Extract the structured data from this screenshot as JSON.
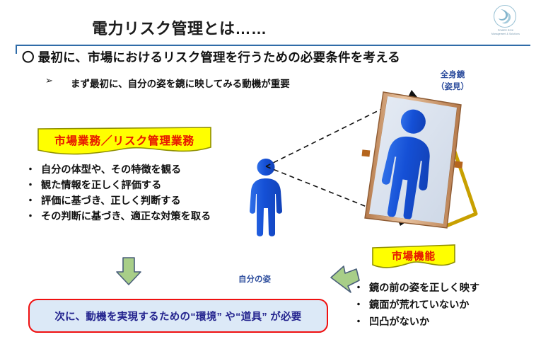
{
  "slide": {
    "title": "電力リスク管理とは……",
    "logo": {
      "icon": "company-logo-swirl",
      "caption_line1": "POWER RISK",
      "caption_line2": "Management & Solutions"
    },
    "lead_heading": "〇 最初に、市場におけるリスク管理を行うための必要条件を考える",
    "sub_bullet_marker": "➢",
    "sub_bullet": "まず最初に、自分の姿を鏡に映してみる動機が重要"
  },
  "left_panel": {
    "banner_label": "市場業務／リスク管理業務",
    "bullet_marker": "・",
    "bullets": [
      "自分の体型や、その特徴を観る",
      "観た情報を正しく評価する",
      "評価に基づき、正しく判断する",
      "その判断に基づき、適正な対策を取る"
    ]
  },
  "right_panel": {
    "banner_label": "市場機能",
    "bullet_marker": "・",
    "bullets": [
      "鏡の前の姿を正しく映す",
      "鏡面が荒れていないか",
      "凹凸がないか"
    ]
  },
  "diagram": {
    "self_figure_caption": "自分の姿",
    "mirror_caption_line1": "全身鏡",
    "mirror_caption_line2": "（姿見）",
    "self_figure_icon": "person-figure-icon",
    "mirror_icon": "full-length-mirror-icon",
    "mirror_reflection_icon": "person-figure-reflection-icon",
    "sightline_icon": "dashed-sight-line",
    "arrow_down_icon": "green-down-arrow",
    "arrow_upleft_icon": "green-upleft-arrow"
  },
  "bottom_box": {
    "text": "次に、動機を実現するための“環境” や“道具” が必要"
  },
  "colors": {
    "accent_blue": "#2f6ca8",
    "banner_yellow": "#ffff00",
    "banner_outline": "#8f8f00",
    "banner_text_red": "#e81c00",
    "person_blue": "#1a5fdc",
    "mirror_frame": "#c58a5a",
    "mirror_glass": "#d3dcea",
    "mirror_stand": "#c8a000",
    "arrow_green": "#a8ce88",
    "arrow_green_outline": "#4a5f7a",
    "box_fill": "#dce9f7",
    "box_border": "#f01010",
    "box_text": "#23238e",
    "caption_blue": "#2f4f9e"
  }
}
